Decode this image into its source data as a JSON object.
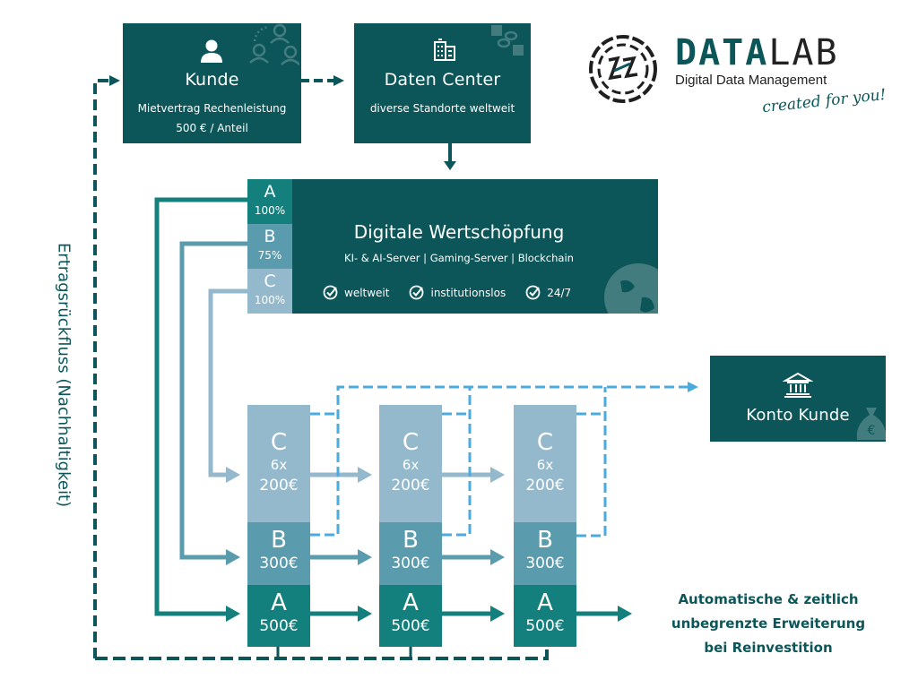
{
  "colors": {
    "dark_teal": "#0c5659",
    "tier_a": "#13807e",
    "tier_b": "#5a9cad",
    "tier_c": "#94b9cc",
    "payout_blue": "#4aabe0",
    "logo_dark": "#222222"
  },
  "logo": {
    "name": "DATALAB",
    "name_part1": "DATA",
    "name_part2": "LAB",
    "tagline": "Digital Data Management",
    "slogan": "created for you!",
    "icon": "datalab-emblem-icon"
  },
  "kunde": {
    "icon": "user-icon",
    "title": "Kunde",
    "line1": "Mietvertrag Rechenleistung",
    "line2": "500 € / Anteil"
  },
  "datacenter": {
    "icon": "building-icon",
    "title": "Daten Center",
    "line1": "diverse Standorte weltweit"
  },
  "wertschoepfung": {
    "title": "Digitale Wertschöpfung",
    "subtitle": "KI- & AI-Server | Gaming-Server | Blockchain",
    "features": [
      "weltweit",
      "institutionslos",
      "24/7"
    ],
    "tiers": [
      {
        "letter": "A",
        "share": "100%"
      },
      {
        "letter": "B",
        "share": "75%"
      },
      {
        "letter": "C",
        "share": "100%"
      }
    ]
  },
  "konto": {
    "icon": "bank-icon",
    "title": "Konto Kunde"
  },
  "side_label": "Ertragsrückfluss (Nachhaltigkeit)",
  "columns": [
    {
      "c_letter": "C",
      "c_count": "6x",
      "c_amount": "200€",
      "b_letter": "B",
      "b_amount": "300€",
      "a_letter": "A",
      "a_amount": "500€"
    },
    {
      "c_letter": "C",
      "c_count": "6x",
      "c_amount": "200€",
      "b_letter": "B",
      "b_amount": "300€",
      "a_letter": "A",
      "a_amount": "500€"
    },
    {
      "c_letter": "C",
      "c_count": "6x",
      "c_amount": "200€",
      "b_letter": "B",
      "b_amount": "300€",
      "a_letter": "A",
      "a_amount": "500€"
    }
  ],
  "expansion_note": [
    "Automatische & zeitlich",
    "unbegrenzte Erweiterung",
    "bei Reinvestition"
  ]
}
